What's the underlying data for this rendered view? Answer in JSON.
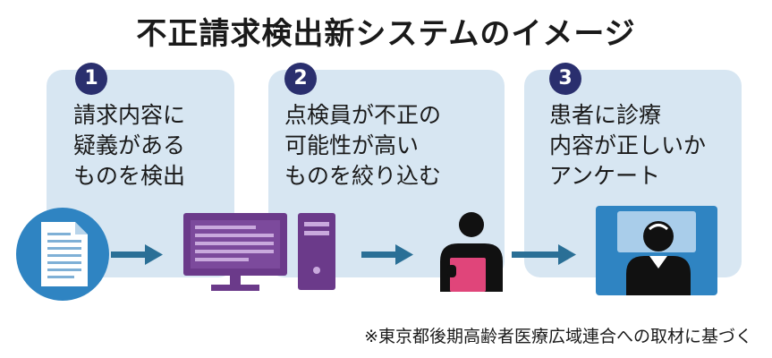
{
  "title": "不正請求検出新システムのイメージ",
  "steps": [
    {
      "number": "1",
      "text": "請求内容に\n疑義がある\nものを検出"
    },
    {
      "number": "2",
      "text": "点検員が不正の\n可能性が高い\nものを絞り込む"
    },
    {
      "number": "3",
      "text": "患者に診療\n内容が正しいか\nアンケート"
    }
  ],
  "footnote": "※東京都後期高齢者医療広域連合への取材に基づく",
  "colors": {
    "panel": "#d7e6f2",
    "badge": "#2a2f6e",
    "arrow": "#2a6f96",
    "document": "#2f84c2",
    "computer": "#6b3a8a",
    "person": "#111111",
    "person_item": "#e0457a",
    "monitor_box": "#2f84c2"
  },
  "icons": [
    "document-icon",
    "computer-icon",
    "person-inspector-icon",
    "patient-survey-icon"
  ]
}
